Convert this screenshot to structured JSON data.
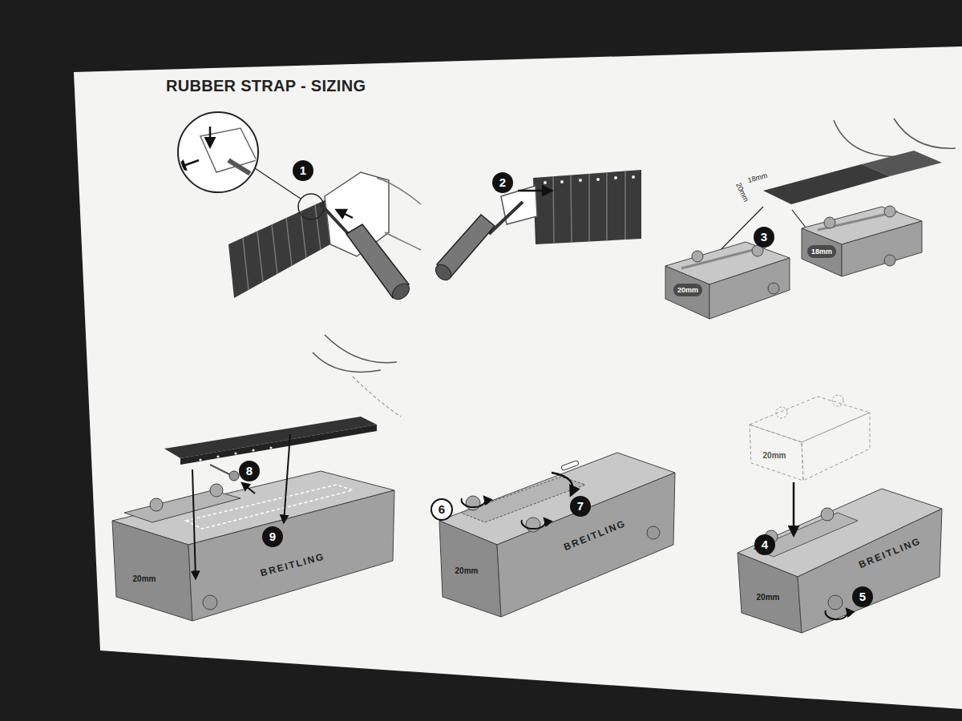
{
  "diagram": {
    "title": "RUBBER STRAP - SIZING",
    "labels": [
      "1",
      "2",
      "18mm",
      "20mm",
      "3",
      "20mm",
      "18mm",
      "8",
      "9",
      "20mm",
      "BREITLING",
      "6",
      "7",
      "20mm",
      "BREITLING",
      "20mm",
      "4",
      "20mm",
      "BREITLING",
      "5"
    ]
  }
}
